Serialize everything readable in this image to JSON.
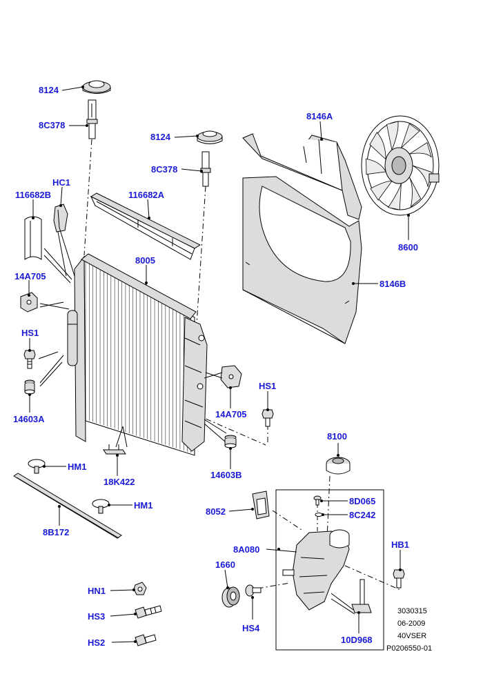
{
  "labels": {
    "cap_8124_top": "8124",
    "sensor_8c378_top": "8C378",
    "cap_8124_mid": "8124",
    "sensor_8c378_mid": "8C378",
    "shroud_8146a": "8146A",
    "fan_8600": "8600",
    "shroud_8146b": "8146B",
    "hc1": "HC1",
    "seal_116682b": "116682B",
    "seal_116682a": "116682A",
    "radiator_8005": "8005",
    "bracket_14a705_left": "14A705",
    "bolt_hs1_left": "HS1",
    "mount_14603a": "14603A",
    "bolt_hs1_right": "HS1",
    "bracket_14a705_right": "14A705",
    "mount_14603b": "14603B",
    "cap_8100": "8100",
    "hm1_top": "HM1",
    "clip_18k422": "18K422",
    "hm1_bottom": "HM1",
    "bar_8b172": "8B172",
    "bracket_8052": "8052",
    "screw_8d065": "8D065",
    "washer_8c242": "8C242",
    "tank_8a080": "8A080",
    "bolt_hb1": "HB1",
    "pulley_1660": "1660",
    "nut_hn1": "HN1",
    "bolt_hs3": "HS3",
    "bolt_hs4": "HS4",
    "bolt_hs2": "HS2",
    "sensor_10d968": "10D968"
  },
  "meta": {
    "line1": "3030315",
    "line2": "06-2009",
    "line3": "40VSER",
    "line4": "P0206550-01"
  },
  "colors": {
    "label": "#1a1ad6",
    "line": "#000000"
  }
}
